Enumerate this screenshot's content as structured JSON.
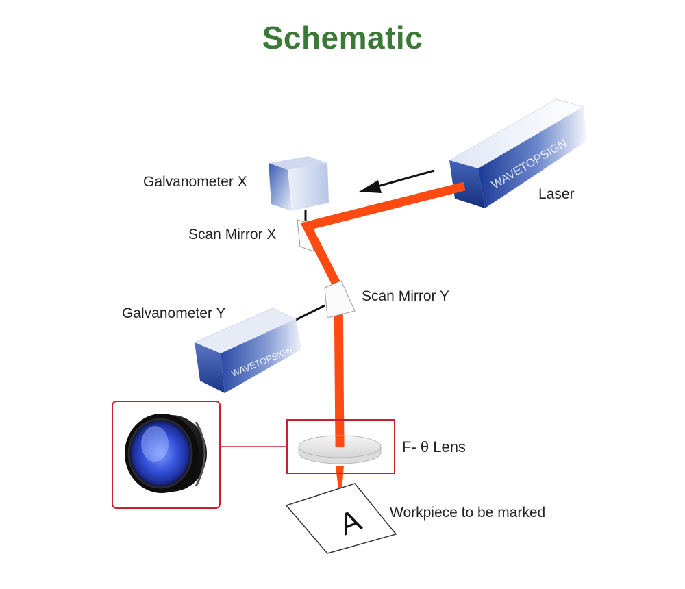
{
  "title": "Schematic",
  "brand": "WAVETOPSIGN",
  "labels": {
    "laser": "Laser",
    "galvanometer_x": "Galvanometer X",
    "scan_mirror_x": "Scan Mirror X",
    "scan_mirror_y": "Scan Mirror Y",
    "galvanometer_y": "Galvanometer Y",
    "f_theta_lens": "F- θ Lens",
    "workpiece": "Workpiece to be marked",
    "workpiece_mark": "A"
  },
  "colors": {
    "title": "#3b7a36",
    "beam": "#ff4a12",
    "box_blue": "#1f3f9c",
    "highlight_frame": "#c8202f"
  }
}
